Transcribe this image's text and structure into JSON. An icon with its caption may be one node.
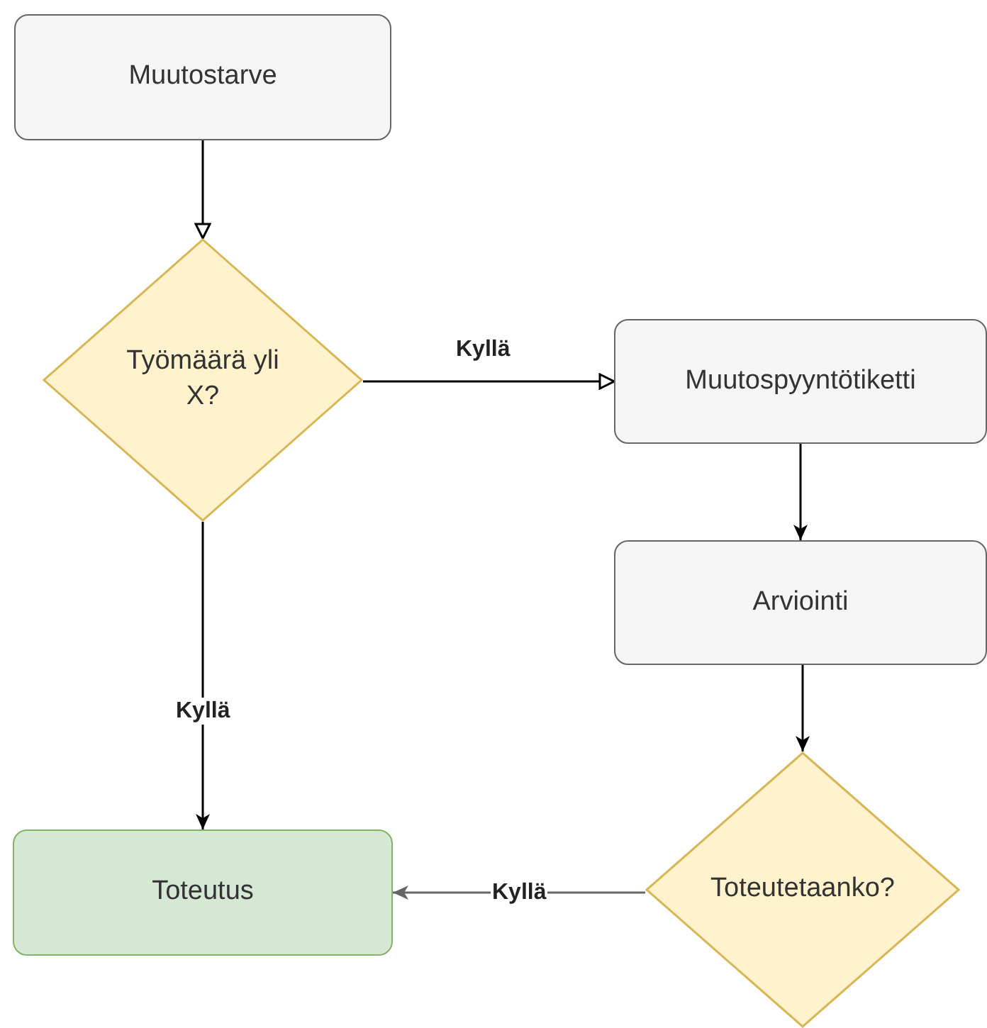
{
  "diagram": {
    "nodes": [
      {
        "text": [
          "Muutostarve"
        ]
      },
      {
        "text": [
          "Työmäärä yli X?"
        ]
      },
      {
        "text": [
          "Muutospyyntötiketti"
        ]
      },
      {
        "text": [
          "Arviointi"
        ]
      },
      {
        "text": [
          "Toteutus"
        ]
      },
      {
        "text": [
          "Toteutetaanko?"
        ]
      }
    ],
    "edges": [
      {
        "from": 0,
        "to": 1,
        "arrow": "to"
      },
      {
        "from": 1,
        "to": 2,
        "arrow": "to",
        "label": "Kyllä"
      },
      {
        "from": 1,
        "to": 4,
        "arrow": "to",
        "label": "Kyllä"
      },
      {
        "from": 2,
        "to": 3,
        "arrow": "to"
      },
      {
        "from": 3,
        "to": 5,
        "arrow": "to"
      },
      {
        "from": 5,
        "to": 4,
        "arrow": "to",
        "label": "Kyllä",
        "color": "#666666"
      }
    ]
  }
}
